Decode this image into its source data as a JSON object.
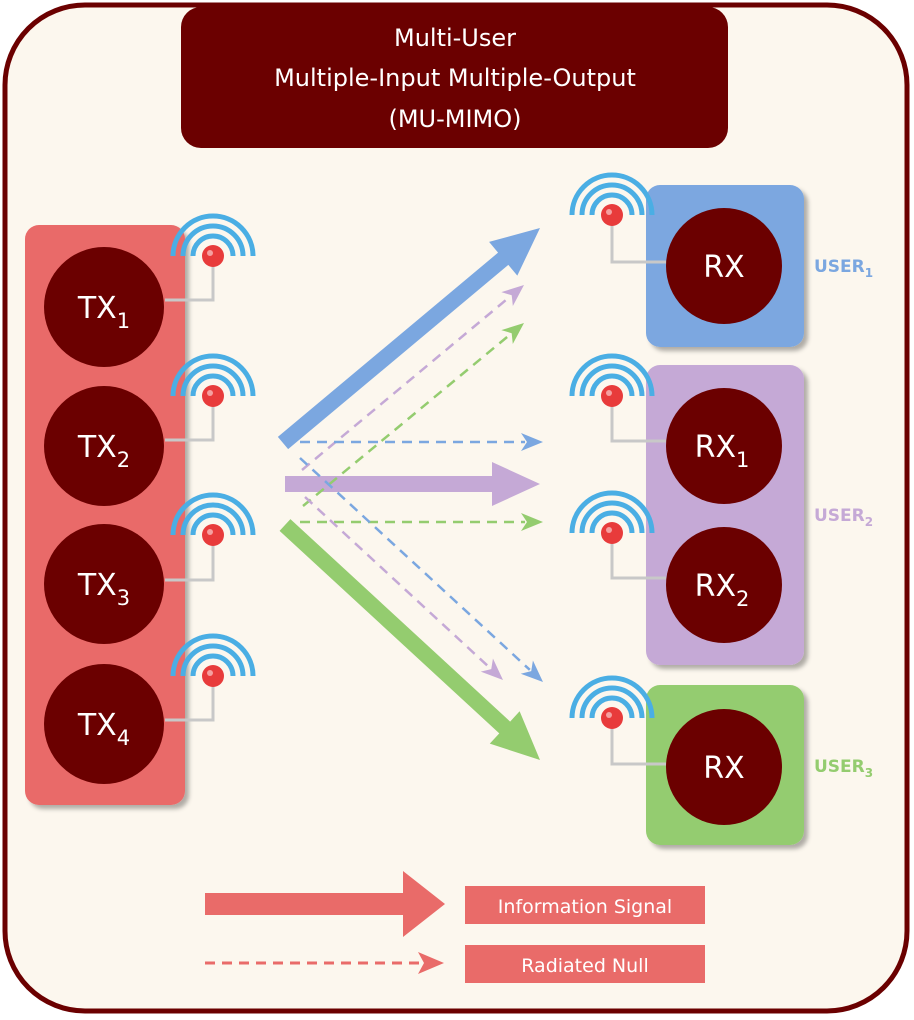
{
  "title": {
    "line1": "Multi-User",
    "line2": "Multiple-Input Multiple-Output",
    "line3": "(MU-MIMO)"
  },
  "transmitters": [
    {
      "label": "TX",
      "sub": "1"
    },
    {
      "label": "TX",
      "sub": "2"
    },
    {
      "label": "TX",
      "sub": "3"
    },
    {
      "label": "TX",
      "sub": "4"
    }
  ],
  "users": [
    {
      "label": "USER",
      "sub": "1",
      "color": "#7ba7e0",
      "receivers": [
        {
          "label": "RX",
          "sub": ""
        }
      ]
    },
    {
      "label": "USER",
      "sub": "2",
      "color": "#c5a9d6",
      "receivers": [
        {
          "label": "RX",
          "sub": "1"
        },
        {
          "label": "RX",
          "sub": "2"
        }
      ]
    },
    {
      "label": "USER",
      "sub": "3",
      "color": "#94cc6f",
      "receivers": [
        {
          "label": "RX",
          "sub": ""
        }
      ]
    }
  ],
  "legend": {
    "information_signal": "Information Signal",
    "radiated_null": "Radiated Null"
  },
  "colors": {
    "frame_border": "#6b0000",
    "frame_fill": "#fcf7ee",
    "title_fill": "#6b0000",
    "tx_panel": "#e96b69",
    "node_fill": "#6b0000",
    "antenna_arc": "#4aaee4",
    "antenna_ball": "#e83b3b",
    "legend": "#e96b69"
  },
  "icons": [
    "antenna-icon"
  ]
}
